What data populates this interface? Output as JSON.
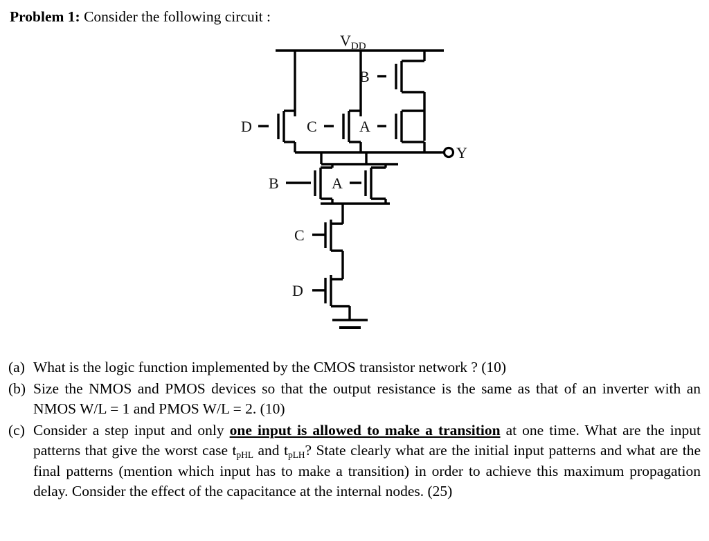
{
  "heading": {
    "label": "Problem 1:",
    "text": " Consider the following circuit :"
  },
  "circuit": {
    "supply_label": "V",
    "supply_subscript": "DD",
    "output_label": "Y",
    "pmos": [
      {
        "id": "pmos-d",
        "gate": "D"
      },
      {
        "id": "pmos-c",
        "gate": "C"
      },
      {
        "id": "pmos-b",
        "gate": "B"
      },
      {
        "id": "pmos-a",
        "gate": "A"
      }
    ],
    "nmos": [
      {
        "id": "nmos-b",
        "gate": "B"
      },
      {
        "id": "nmos-a",
        "gate": "A"
      },
      {
        "id": "nmos-c",
        "gate": "C"
      },
      {
        "id": "nmos-d",
        "gate": "D"
      }
    ],
    "ground_label": "",
    "wire_color": "#000000"
  },
  "questions": [
    {
      "marker": "(a)",
      "parts": [
        {
          "type": "text",
          "value": "What is the logic function implemented by the CMOS transistor network ? (10)"
        }
      ]
    },
    {
      "marker": "(b)",
      "parts": [
        {
          "type": "text",
          "value": "Size the NMOS and PMOS devices so that the output resistance is the same as that of an inverter with an NMOS W/L = 1 and PMOS W/L = 2. (10)"
        }
      ]
    },
    {
      "marker": "(c)",
      "parts": [
        {
          "type": "text",
          "value": "Consider a step input and only "
        },
        {
          "type": "bold-underline",
          "value": "one input is allowed to make a transition"
        },
        {
          "type": "text",
          "value": " at one time. What are the input patterns that give the worst case t"
        },
        {
          "type": "sub",
          "value": "pHL"
        },
        {
          "type": "text",
          "value": " and t"
        },
        {
          "type": "sub",
          "value": "pLH"
        },
        {
          "type": "text",
          "value": "? State clearly what are the initial input patterns and what are the final patterns (mention which input has to make a transition) in order to achieve this maximum propagation delay. Consider the effect of the capacitance at the internal nodes. (25)"
        }
      ]
    }
  ]
}
